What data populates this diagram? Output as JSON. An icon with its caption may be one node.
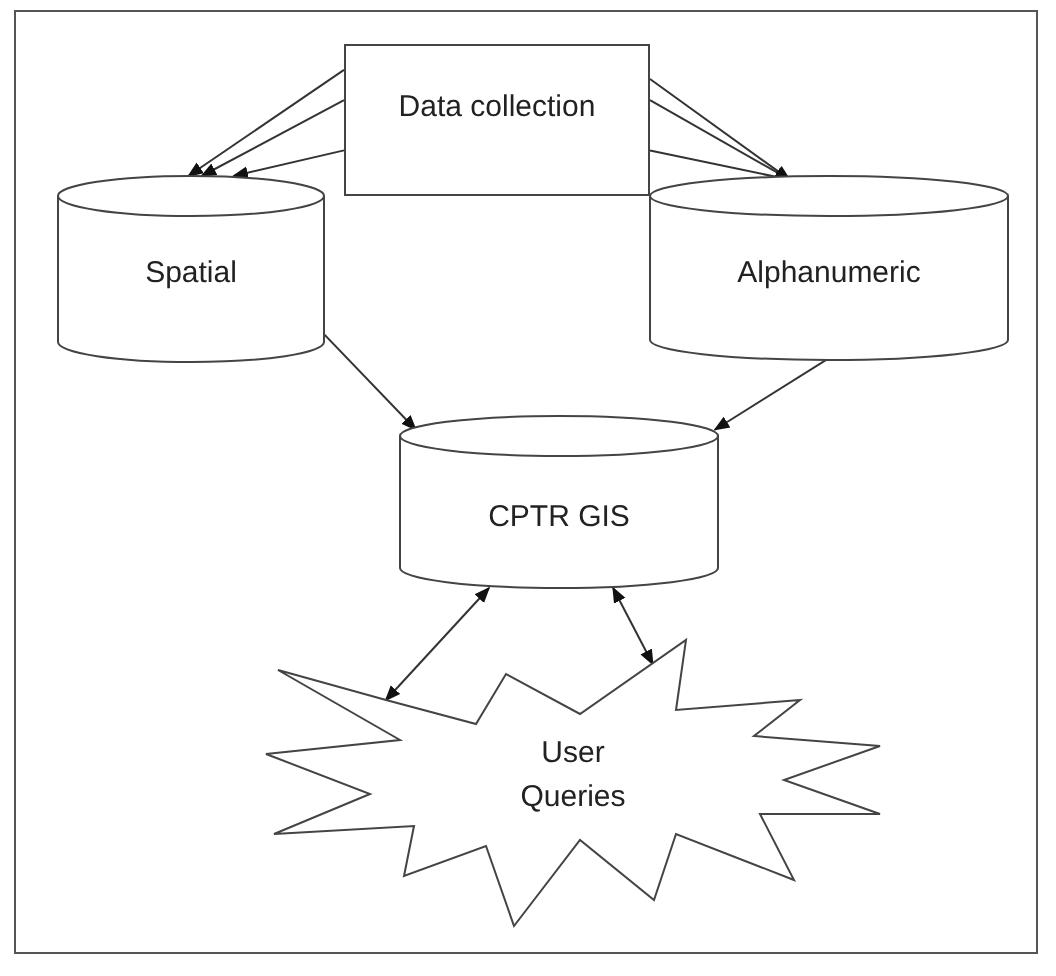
{
  "diagram": {
    "nodes": [
      {
        "text": [
          "Data collection"
        ]
      },
      {
        "text": [
          "Spatial"
        ]
      },
      {
        "text": [
          "Alphanumeric"
        ]
      },
      {
        "text": [
          "CPTR GIS"
        ]
      },
      {
        "text": [
          "User Queries"
        ]
      }
    ],
    "edges": [
      {
        "from": 0,
        "to": 1,
        "arrow": "to"
      },
      {
        "from": 0,
        "to": 1,
        "arrow": "to"
      },
      {
        "from": 0,
        "to": 1,
        "arrow": "to"
      },
      {
        "from": 0,
        "to": 2,
        "arrow": "to"
      },
      {
        "from": 0,
        "to": 2,
        "arrow": "to"
      },
      {
        "from": 0,
        "to": 2,
        "arrow": "to"
      },
      {
        "from": 1,
        "to": 3,
        "arrow": "to"
      },
      {
        "from": 2,
        "to": 3,
        "arrow": "to"
      },
      {
        "from": 3,
        "to": 4,
        "arrow": "both"
      },
      {
        "from": 3,
        "to": 4,
        "arrow": "both"
      }
    ]
  }
}
